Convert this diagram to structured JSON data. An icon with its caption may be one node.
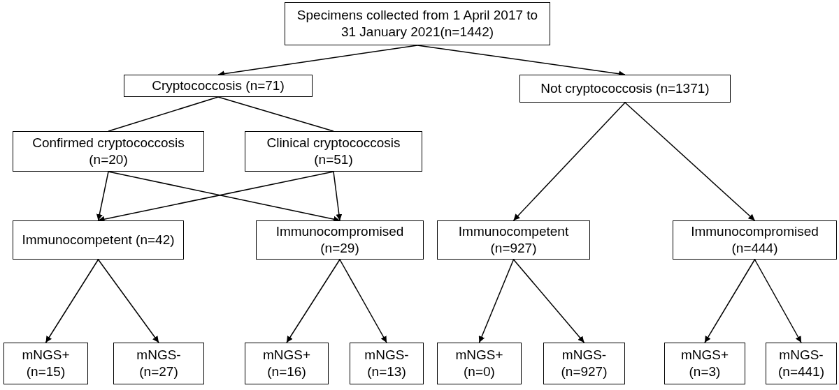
{
  "diagram": {
    "nodes": [
      {
        "text": [
          "Specimens collected from 1 April 2017 to 31 January 2021(n=1442)"
        ]
      },
      {
        "text": [
          "Cryptococcosis (n=71)"
        ]
      },
      {
        "text": [
          "Not cryptococcosis (n=1371)"
        ]
      },
      {
        "text": [
          "Confirmed cryptococcosis (n=20)"
        ]
      },
      {
        "text": [
          "Clinical cryptococcosis (n=51)"
        ]
      },
      {
        "text": [
          "Immunocompetent (n=42)"
        ]
      },
      {
        "text": [
          "Immunocompromised (n=29)"
        ]
      },
      {
        "text": [
          "Immunocompetent (n=927)"
        ]
      },
      {
        "text": [
          "Immunocompromised (n=444)"
        ]
      },
      {
        "text": [
          "mNGS+ (n=15)"
        ]
      },
      {
        "text": [
          "mNGS- (n=27)"
        ]
      },
      {
        "text": [
          "mNGS+ (n=16)"
        ]
      },
      {
        "text": [
          "mNGS- (n=13)"
        ]
      },
      {
        "text": [
          "mNGS+ (n=0)"
        ]
      },
      {
        "text": [
          "mNGS- (n=927)"
        ]
      },
      {
        "text": [
          "mNGS+ (n=3)"
        ]
      },
      {
        "text": [
          "mNGS- (n=441)"
        ]
      }
    ],
    "edges": [
      {
        "from": 0,
        "to": 1,
        "arrow": "to"
      },
      {
        "from": 0,
        "to": 2,
        "arrow": "to"
      },
      {
        "from": 1,
        "to": 3,
        "arrow": "none"
      },
      {
        "from": 1,
        "to": 4,
        "arrow": "none"
      },
      {
        "from": 3,
        "to": 5,
        "arrow": "to"
      },
      {
        "from": 3,
        "to": 6,
        "arrow": "to"
      },
      {
        "from": 4,
        "to": 5,
        "arrow": "to"
      },
      {
        "from": 4,
        "to": 6,
        "arrow": "to"
      },
      {
        "from": 2,
        "to": 7,
        "arrow": "to"
      },
      {
        "from": 2,
        "to": 8,
        "arrow": "to"
      },
      {
        "from": 5,
        "to": 9,
        "arrow": "to"
      },
      {
        "from": 5,
        "to": 10,
        "arrow": "to"
      },
      {
        "from": 6,
        "to": 11,
        "arrow": "to"
      },
      {
        "from": 6,
        "to": 12,
        "arrow": "to"
      },
      {
        "from": 7,
        "to": 13,
        "arrow": "to"
      },
      {
        "from": 7,
        "to": 14,
        "arrow": "to"
      },
      {
        "from": 8,
        "to": 15,
        "arrow": "to"
      },
      {
        "from": 8,
        "to": 16,
        "arrow": "to"
      }
    ]
  }
}
